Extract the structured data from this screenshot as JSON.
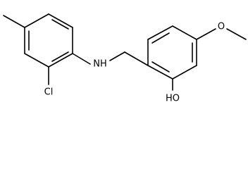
{
  "molecule": {
    "atoms": {
      "nh": "NH",
      "cl": "Cl",
      "o_methoxy": "O",
      "oh": "HO"
    }
  },
  "colors": {
    "bond": "#000000",
    "text": "#000000",
    "background": "#ffffff"
  }
}
